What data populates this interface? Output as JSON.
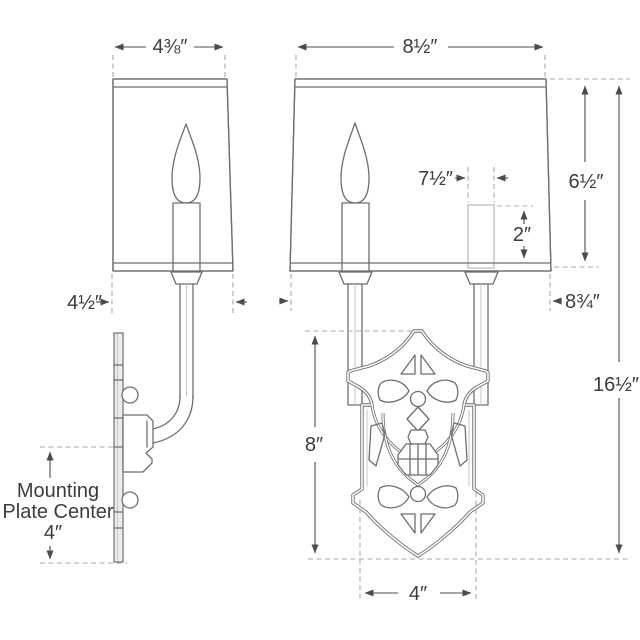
{
  "diagram_type": "wall sconce dimension drawing, side view and front view",
  "side_view": {
    "shade_depth_top": "4⅜″",
    "shade_depth_bottom": "4½″",
    "mounting_label_line1": "Mounting",
    "mounting_label_line2": "Plate Center",
    "mounting_plate_center": "4″"
  },
  "front_view": {
    "shade_width_top": "8½″",
    "socket_span": "7½″",
    "socket_height": "2″",
    "shade_height": "6½″",
    "shade_width_bottom": "8¾″",
    "backplate_height": "8″",
    "overall_height": "16½″",
    "backplate_width": "4″"
  },
  "colors": {
    "background": "#ffffff",
    "fixture_line": "#6e6e6e",
    "light_fixture_line": "#b9b9b9",
    "dimension_line": "#4c4c4c",
    "extension_dashed_line": "#a8a8a8",
    "text": "#3c3c3c"
  }
}
